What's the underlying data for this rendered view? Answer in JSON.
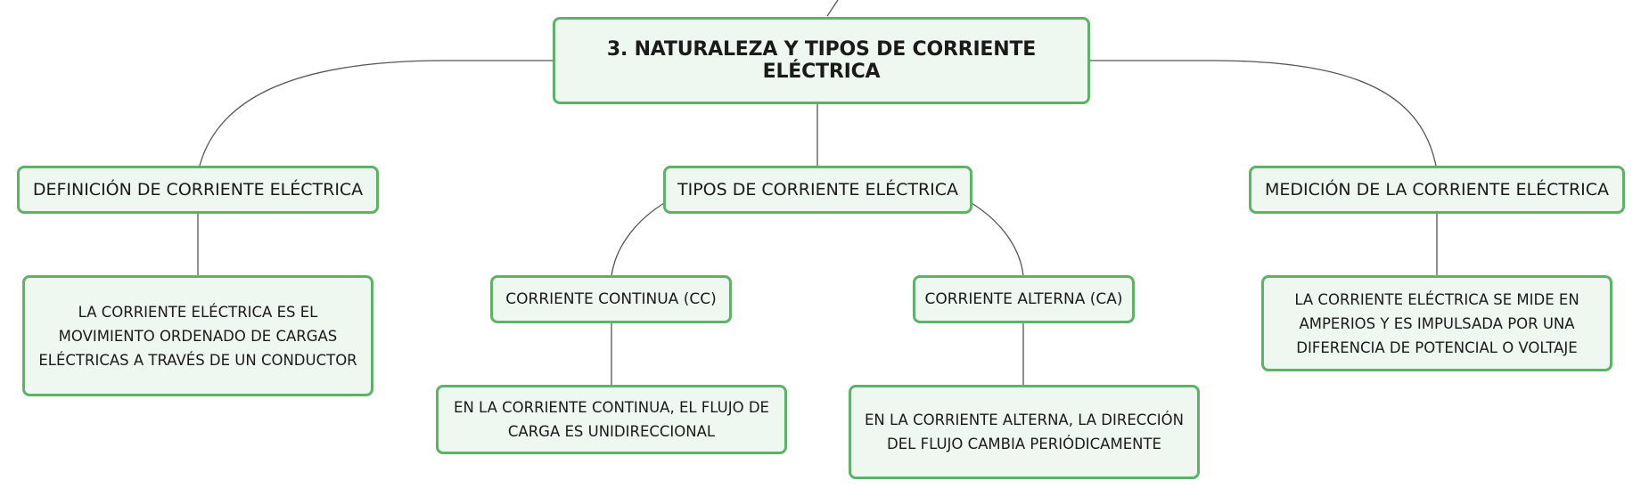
{
  "nodes": {
    "root": "3. NATURALEZA Y TIPOS DE CORRIENTE ELÉCTRICA",
    "definicion": "DEFINICIÓN DE CORRIENTE ELÉCTRICA",
    "tipos": "TIPOS DE CORRIENTE ELÉCTRICA",
    "medicion": "MEDICIÓN DE LA CORRIENTE ELÉCTRICA",
    "continua": "CORRIENTE CONTINUA (CC)",
    "alterna": "CORRIENTE ALTERNA (CA)",
    "definicion_texto": [
      "LA CORRIENTE ELÉCTRICA ES EL",
      "MOVIMIENTO ORDENADO DE CARGAS",
      "ELÉCTRICAS A TRAVÉS DE UN CONDUCTOR"
    ],
    "continua_texto": [
      "EN LA CORRIENTE CONTINUA, EL FLUJO DE",
      "CARGA ES UNIDIRECCIONAL"
    ],
    "alterna_texto": [
      "EN LA CORRIENTE ALTERNA, LA DIRECCIÓN",
      "DEL FLUJO CAMBIA PERIÓDICAMENTE"
    ],
    "medicion_texto": [
      "LA CORRIENTE ELÉCTRICA SE MIDE EN",
      "AMPERIOS Y ES IMPULSADA POR UNA",
      "DIFERENCIA DE POTENCIAL O VOLTAJE"
    ]
  },
  "colors": {
    "border": "#5cb265",
    "fill": "#eff8f0",
    "line": "#555555"
  }
}
